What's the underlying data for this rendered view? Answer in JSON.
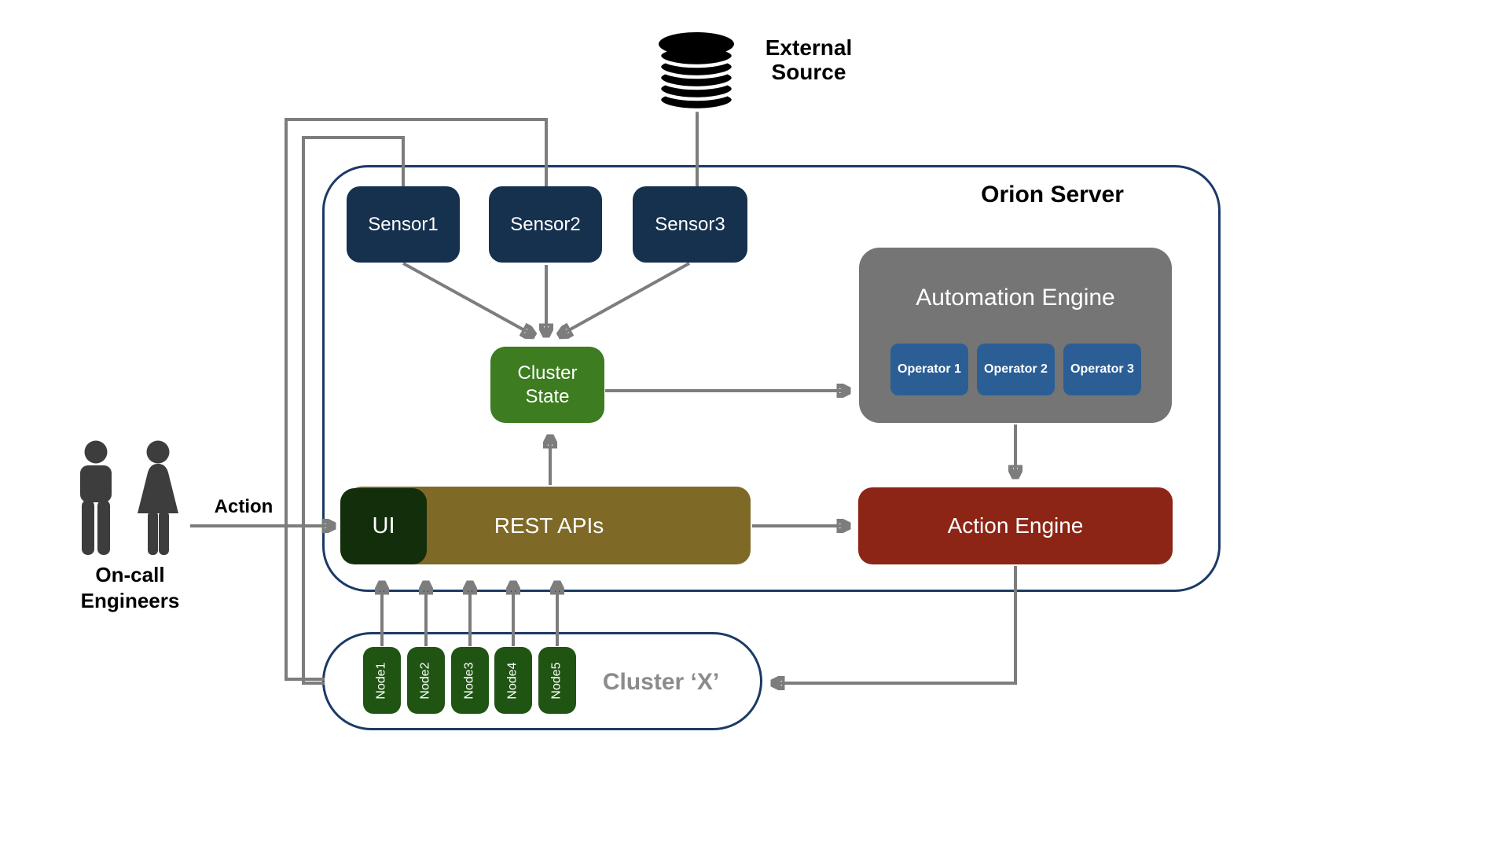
{
  "external_source": {
    "label": "External Source",
    "icon": "database-stack-icon"
  },
  "orion_server": {
    "title": "Orion Server",
    "sensors": [
      {
        "label": "Sensor1"
      },
      {
        "label": "Sensor2"
      },
      {
        "label": "Sensor3"
      }
    ],
    "cluster_state": {
      "label": "Cluster State"
    },
    "automation_engine": {
      "title": "Automation Engine",
      "operators": [
        {
          "label": "Operator 1"
        },
        {
          "label": "Operator 2"
        },
        {
          "label": "Operator 3"
        }
      ]
    },
    "action_engine": {
      "label": "Action Engine"
    },
    "ui_box": {
      "label": "UI"
    },
    "rest_apis": {
      "label": "REST APIs"
    }
  },
  "cluster_x": {
    "label": "Cluster ‘X’",
    "nodes": [
      {
        "label": "Node1"
      },
      {
        "label": "Node2"
      },
      {
        "label": "Node3"
      },
      {
        "label": "Node4"
      },
      {
        "label": "Node5"
      }
    ]
  },
  "on_call_engineers": {
    "label": "On-call Engineers",
    "action_label": "Action",
    "icons": [
      "man-icon",
      "woman-icon"
    ]
  },
  "colors": {
    "container_border_navy": "#1c3a66",
    "sensor_navy": "#16314d",
    "cluster_state_green": "#3d7c20",
    "node_green": "#1f5412",
    "ui_dark_green": "#132e0b",
    "rest_olive": "#7e6927",
    "action_red": "#8c2516",
    "automation_gray": "#757575",
    "operator_blue": "#2b5e95",
    "arrow_gray": "#7d7d7d",
    "figure_gray": "#3d3d3d",
    "cluster_x_label_gray": "#8b8b8b"
  }
}
